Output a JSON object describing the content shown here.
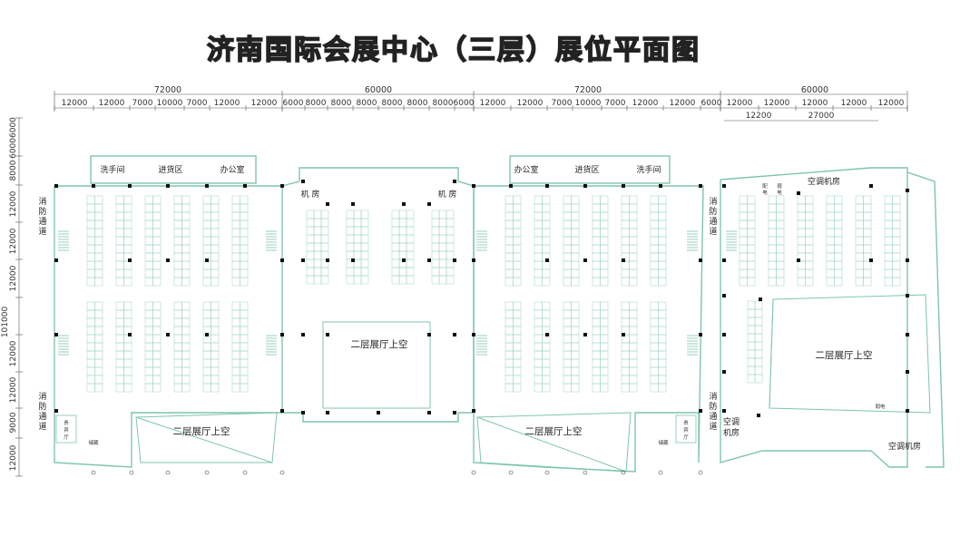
{
  "title": "济南国际会展中心（三层）展位平面图",
  "colors": {
    "wall": "#7fc4b0",
    "booth": "#9fd3c3",
    "ink": "#222222",
    "dim": "#333333"
  },
  "top_dims": {
    "total_a": "72000",
    "total_b": "60000",
    "total_c": "72000",
    "total_d": "60000",
    "seg_a": [
      "12000",
      "12000",
      "7000",
      "10000",
      "7000",
      "12000",
      "12000"
    ],
    "seg_b": [
      "6000",
      "8000",
      "8000",
      "8000",
      "8000",
      "8000",
      "8000",
      "6000"
    ],
    "seg_c": [
      "12000",
      "12000",
      "7000",
      "10000",
      "7000",
      "12000",
      "12000"
    ],
    "seg_d": [
      "6000",
      "12000",
      "12000",
      "12000",
      "12000",
      "12000"
    ],
    "sub_d": [
      "12200",
      "27000"
    ]
  },
  "left_dims": {
    "top_stack": "60006000",
    "rows": [
      "8000",
      "12000",
      "12000",
      "12000",
      "12000",
      "12000",
      "9000",
      "12000"
    ],
    "total": "101000"
  },
  "labels": {
    "washroom": "洗手间",
    "loading": "进货区",
    "office": "办公室",
    "machine_room": "机 房",
    "fire_lane_1": "消",
    "fire_lane_2": "防",
    "fire_lane_3": "通",
    "fire_lane_4": "道",
    "void_upper": "二层展厅上空",
    "ac_room": "空调机房",
    "ac_room_v1": "空调",
    "ac_room_v2": "机房",
    "power_1": "配",
    "power_2": "电",
    "weak_1": "弱",
    "weak_2": "电",
    "vip_1": "贵",
    "vip_2": "宾",
    "vip_3": "厅",
    "small_room": "储藏",
    "small_room_b": "弱电"
  }
}
